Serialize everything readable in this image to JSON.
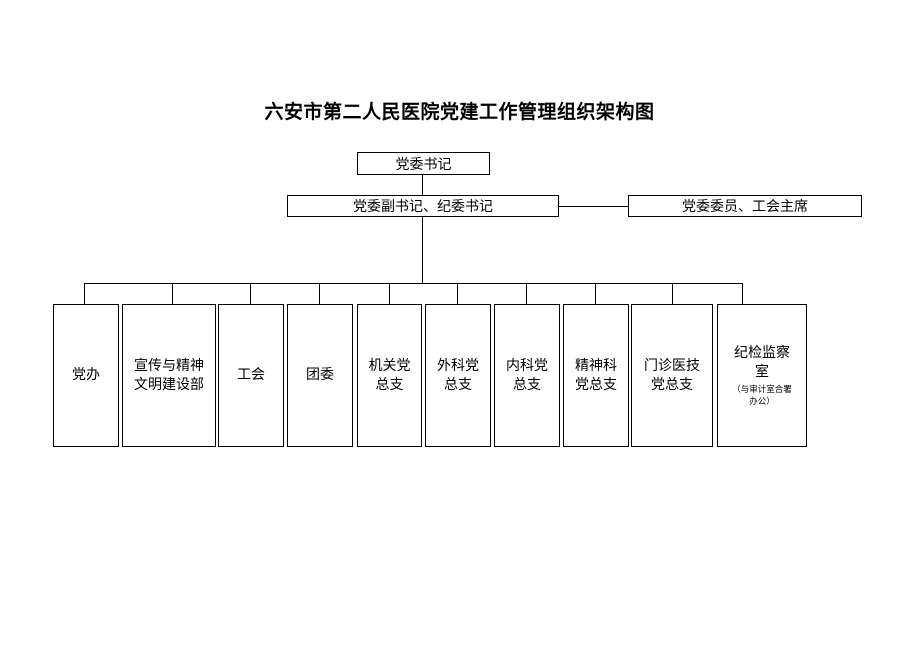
{
  "title": "六安市第二人民医院党建工作管理组织架构图",
  "secretary": "党委书记",
  "deputy": "党委副书记、纪委书记",
  "member": "党委委员、工会主席",
  "departments": [
    {
      "name": "党办"
    },
    {
      "name": "宣传与精神\n文明建设部"
    },
    {
      "name": "工会"
    },
    {
      "name": "团委"
    },
    {
      "name": "机关党\n总支"
    },
    {
      "name": "外科党\n总支"
    },
    {
      "name": "内科党\n总支"
    },
    {
      "name": "精神科\n党总支"
    },
    {
      "name": "门诊医技\n党总支"
    },
    {
      "name": "纪检监察\n室",
      "note": "（与审计室合署\n办公）"
    }
  ]
}
